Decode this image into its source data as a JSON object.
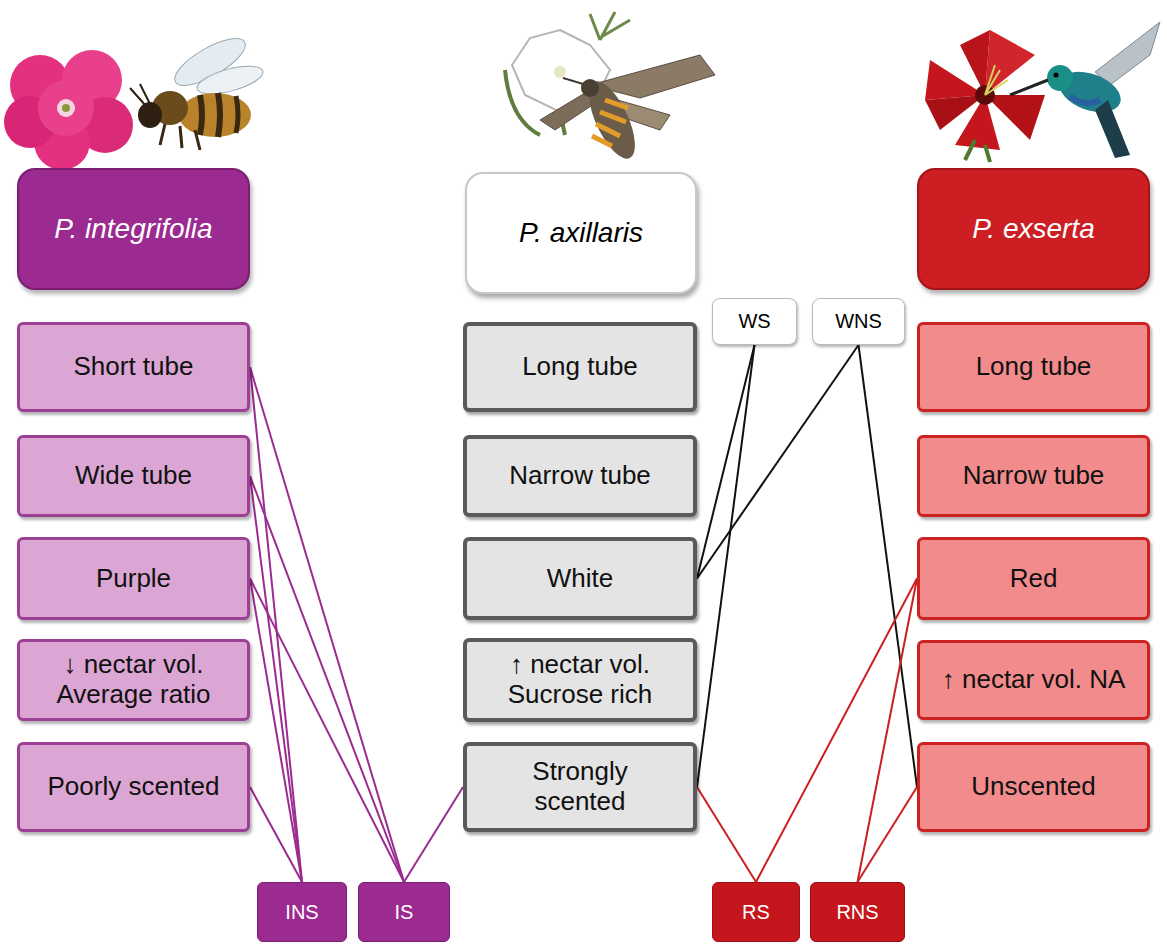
{
  "diagram": {
    "nodes": [
      {
        "text": [
          "P. integrifolia"
        ]
      },
      {
        "text": [
          "P. axillaris"
        ]
      },
      {
        "text": [
          "P. exserta"
        ]
      },
      {
        "text": [
          "WS"
        ]
      },
      {
        "text": [
          "WNS"
        ]
      },
      {
        "text": [
          "Short tube"
        ]
      },
      {
        "text": [
          "Long tube"
        ]
      },
      {
        "text": [
          "Long tube"
        ]
      },
      {
        "text": [
          "Wide tube"
        ]
      },
      {
        "text": [
          "Narrow tube"
        ]
      },
      {
        "text": [
          "Narrow tube"
        ]
      },
      {
        "text": [
          "Purple"
        ]
      },
      {
        "text": [
          "White"
        ]
      },
      {
        "text": [
          "Red"
        ]
      },
      {
        "text": [
          "↓ nectar vol. Average ratio"
        ]
      },
      {
        "text": [
          "↑ nectar vol. Sucrose rich"
        ]
      },
      {
        "text": [
          "↑ nectar vol. NA"
        ]
      },
      {
        "text": [
          "Poorly scented"
        ]
      },
      {
        "text": [
          "Strongly scented"
        ]
      },
      {
        "text": [
          "Unscented"
        ]
      },
      {
        "text": [
          "INS"
        ]
      },
      {
        "text": [
          "IS"
        ]
      },
      {
        "text": [
          "RS"
        ]
      },
      {
        "text": [
          "RNS"
        ]
      }
    ],
    "edges": [
      {
        "from": 5,
        "to": 20,
        "arrow": "none"
      },
      {
        "from": 8,
        "to": 20,
        "arrow": "none"
      },
      {
        "from": 11,
        "to": 20,
        "arrow": "none"
      },
      {
        "from": 17,
        "to": 20,
        "arrow": "none"
      },
      {
        "from": 5,
        "to": 21,
        "arrow": "none"
      },
      {
        "from": 8,
        "to": 21,
        "arrow": "none"
      },
      {
        "from": 11,
        "to": 21,
        "arrow": "none"
      },
      {
        "from": 18,
        "to": 21,
        "arrow": "none"
      },
      {
        "from": 12,
        "to": 3,
        "arrow": "none"
      },
      {
        "from": 18,
        "to": 3,
        "arrow": "none"
      },
      {
        "from": 12,
        "to": 4,
        "arrow": "none"
      },
      {
        "from": 19,
        "to": 4,
        "arrow": "none"
      },
      {
        "from": 13,
        "to": 22,
        "arrow": "none"
      },
      {
        "from": 18,
        "to": 22,
        "arrow": "none"
      },
      {
        "from": 13,
        "to": 23,
        "arrow": "none"
      },
      {
        "from": 19,
        "to": 23,
        "arrow": "none"
      }
    ]
  }
}
